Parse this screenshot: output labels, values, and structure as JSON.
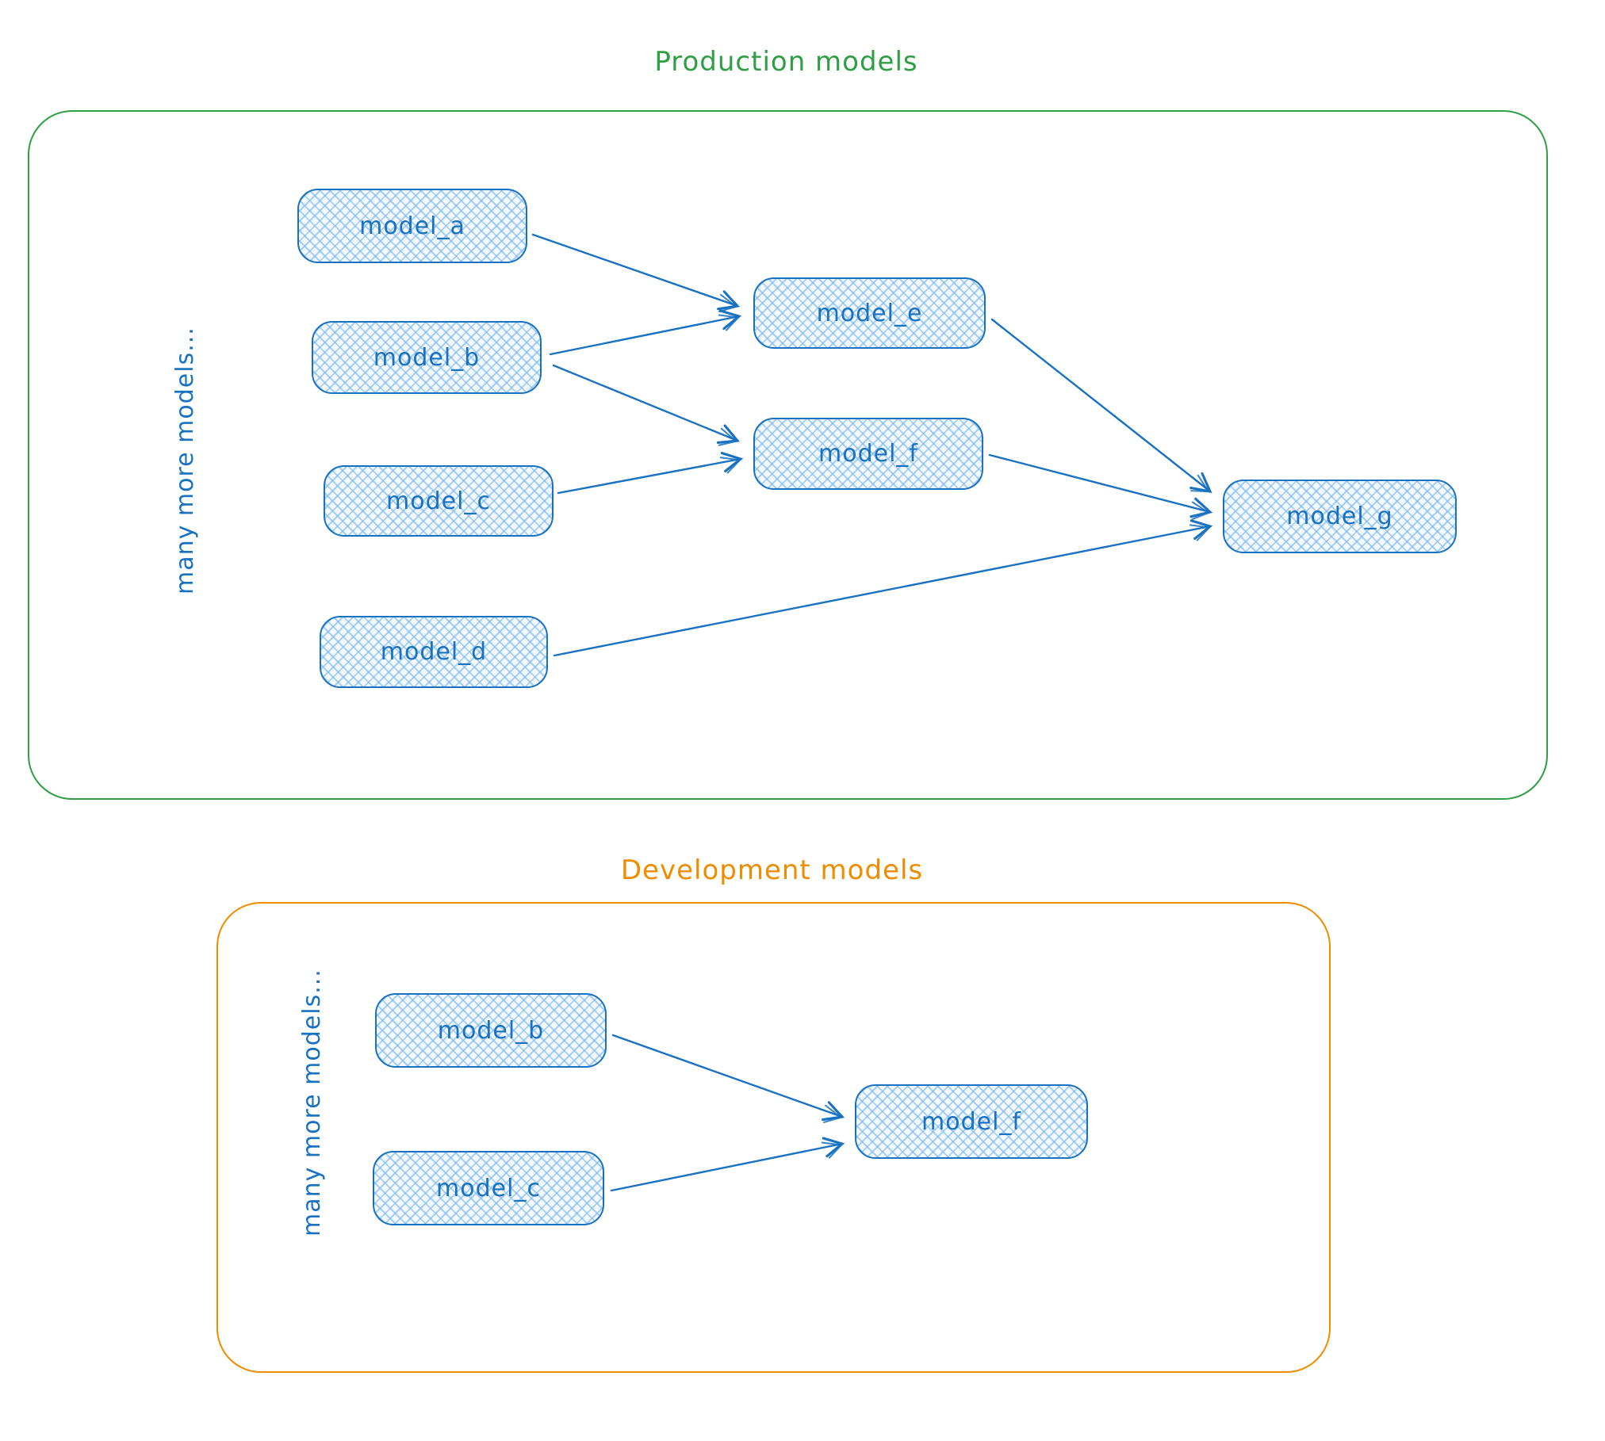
{
  "production": {
    "title": "Production models",
    "side_label": "many more models...",
    "nodes": {
      "model_a": {
        "label": "model_a"
      },
      "model_b": {
        "label": "model_b"
      },
      "model_c": {
        "label": "model_c"
      },
      "model_d": {
        "label": "model_d"
      },
      "model_e": {
        "label": "model_e"
      },
      "model_f": {
        "label": "model_f"
      },
      "model_g": {
        "label": "model_g"
      }
    },
    "edges": [
      {
        "from": "model_a",
        "to": "model_e"
      },
      {
        "from": "model_b",
        "to": "model_e"
      },
      {
        "from": "model_b",
        "to": "model_f"
      },
      {
        "from": "model_c",
        "to": "model_f"
      },
      {
        "from": "model_e",
        "to": "model_g"
      },
      {
        "from": "model_f",
        "to": "model_g"
      },
      {
        "from": "model_d",
        "to": "model_g"
      }
    ]
  },
  "development": {
    "title": "Development models",
    "side_label": "many more models...",
    "nodes": {
      "model_b": {
        "label": "model_b"
      },
      "model_c": {
        "label": "model_c"
      },
      "model_f": {
        "label": "model_f"
      }
    },
    "edges": [
      {
        "from": "model_b",
        "to": "model_f"
      },
      {
        "from": "model_c",
        "to": "model_f"
      }
    ]
  },
  "colors": {
    "node_stroke": "#1971c2",
    "node_fill_hatch": "#7db9f0",
    "production_accent": "#2f9e44",
    "development_accent": "#f08c00"
  }
}
